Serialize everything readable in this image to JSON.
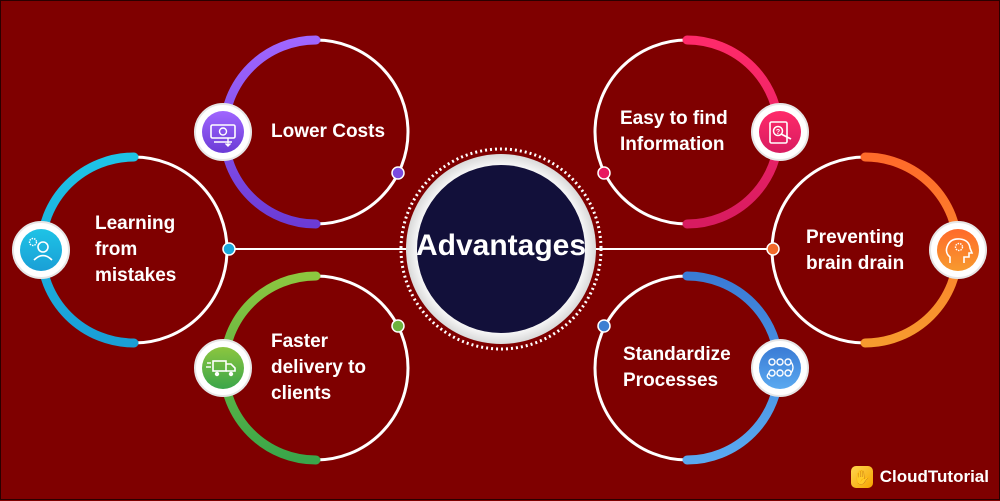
{
  "center": {
    "title": "Advantages"
  },
  "items": [
    {
      "id": "lower-costs",
      "lines": [
        "Lower Costs"
      ],
      "icon": "money-bill-icon",
      "gradient": [
        "#9b59f5",
        "#6b3bd6"
      ]
    },
    {
      "id": "learning-from-mistakes",
      "lines": [
        "Learning",
        "from",
        "mistakes"
      ],
      "icon": "person-gear-icon",
      "gradient": [
        "#1ec3e6",
        "#1591c9"
      ]
    },
    {
      "id": "faster-delivery",
      "lines": [
        "Faster",
        "delivery to",
        "clients"
      ],
      "icon": "delivery-truck-icon",
      "gradient": [
        "#8cc63f",
        "#2e9a47"
      ]
    },
    {
      "id": "easy-to-find-information",
      "lines": [
        "Easy to find",
        "Information"
      ],
      "icon": "idea-search-icon",
      "gradient": [
        "#ff1f6e",
        "#c2185b"
      ]
    },
    {
      "id": "preventing-brain-drain",
      "lines": [
        "Preventing",
        "brain drain"
      ],
      "icon": "brain-gear-icon",
      "gradient": [
        "#ff7a2f",
        "#f04e23"
      ]
    },
    {
      "id": "standardize-processes",
      "lines": [
        "Standardize",
        "Processes"
      ],
      "icon": "process-flow-icon",
      "gradient": [
        "#5aa9f0",
        "#2f6fc4"
      ]
    }
  ],
  "brand": {
    "name": "CloudTutorial",
    "logo_icon": "hand-wave-icon"
  }
}
